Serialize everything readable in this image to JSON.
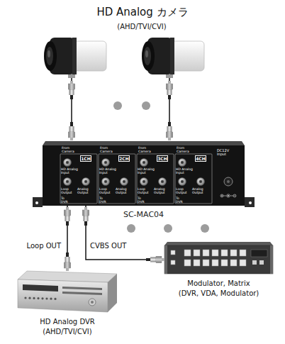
{
  "diagram": {
    "title": "HD Analog カメラ",
    "nodes": [
      {
        "text": [
          "SC-MAC04"
        ]
      },
      {
        "text": [
          "1CH"
        ],
        "in": 0
      },
      {
        "text": [
          "2CH"
        ],
        "in": 0
      },
      {
        "text": [
          "3CH"
        ],
        "in": 0
      },
      {
        "text": [
          "4CH"
        ],
        "in": 0
      },
      {
        "text": [
          "HD Analog DVR",
          "(AHD/TVI/CVI)"
        ]
      },
      {
        "text": [
          "Modulator, Matrix",
          "(DVR, VDA, Modulator)"
        ]
      }
    ],
    "edges": [
      {
        "from": 0,
        "to": 5,
        "arrow": "none",
        "label": "Loop OUT"
      },
      {
        "from": 0,
        "to": 6,
        "arrow": "none",
        "label": "CVBS OUT"
      }
    ],
    "labels": [
      "(AHD/TVI/CVI)",
      "From Camera",
      "HD Analog Input",
      "Loop Output",
      "Analog Output",
      "To DVR",
      "From Camera",
      "HD Analog Input",
      "Loop Output",
      "Analog Output",
      "To DVR",
      "From Camera",
      "HD Analog Input",
      "Loop Output",
      "Analog Output",
      "To DVR",
      "From Camera",
      "HD Analog Input",
      "Loop Output",
      "Analog Output",
      "To DVR",
      "DC12V Input"
    ]
  }
}
